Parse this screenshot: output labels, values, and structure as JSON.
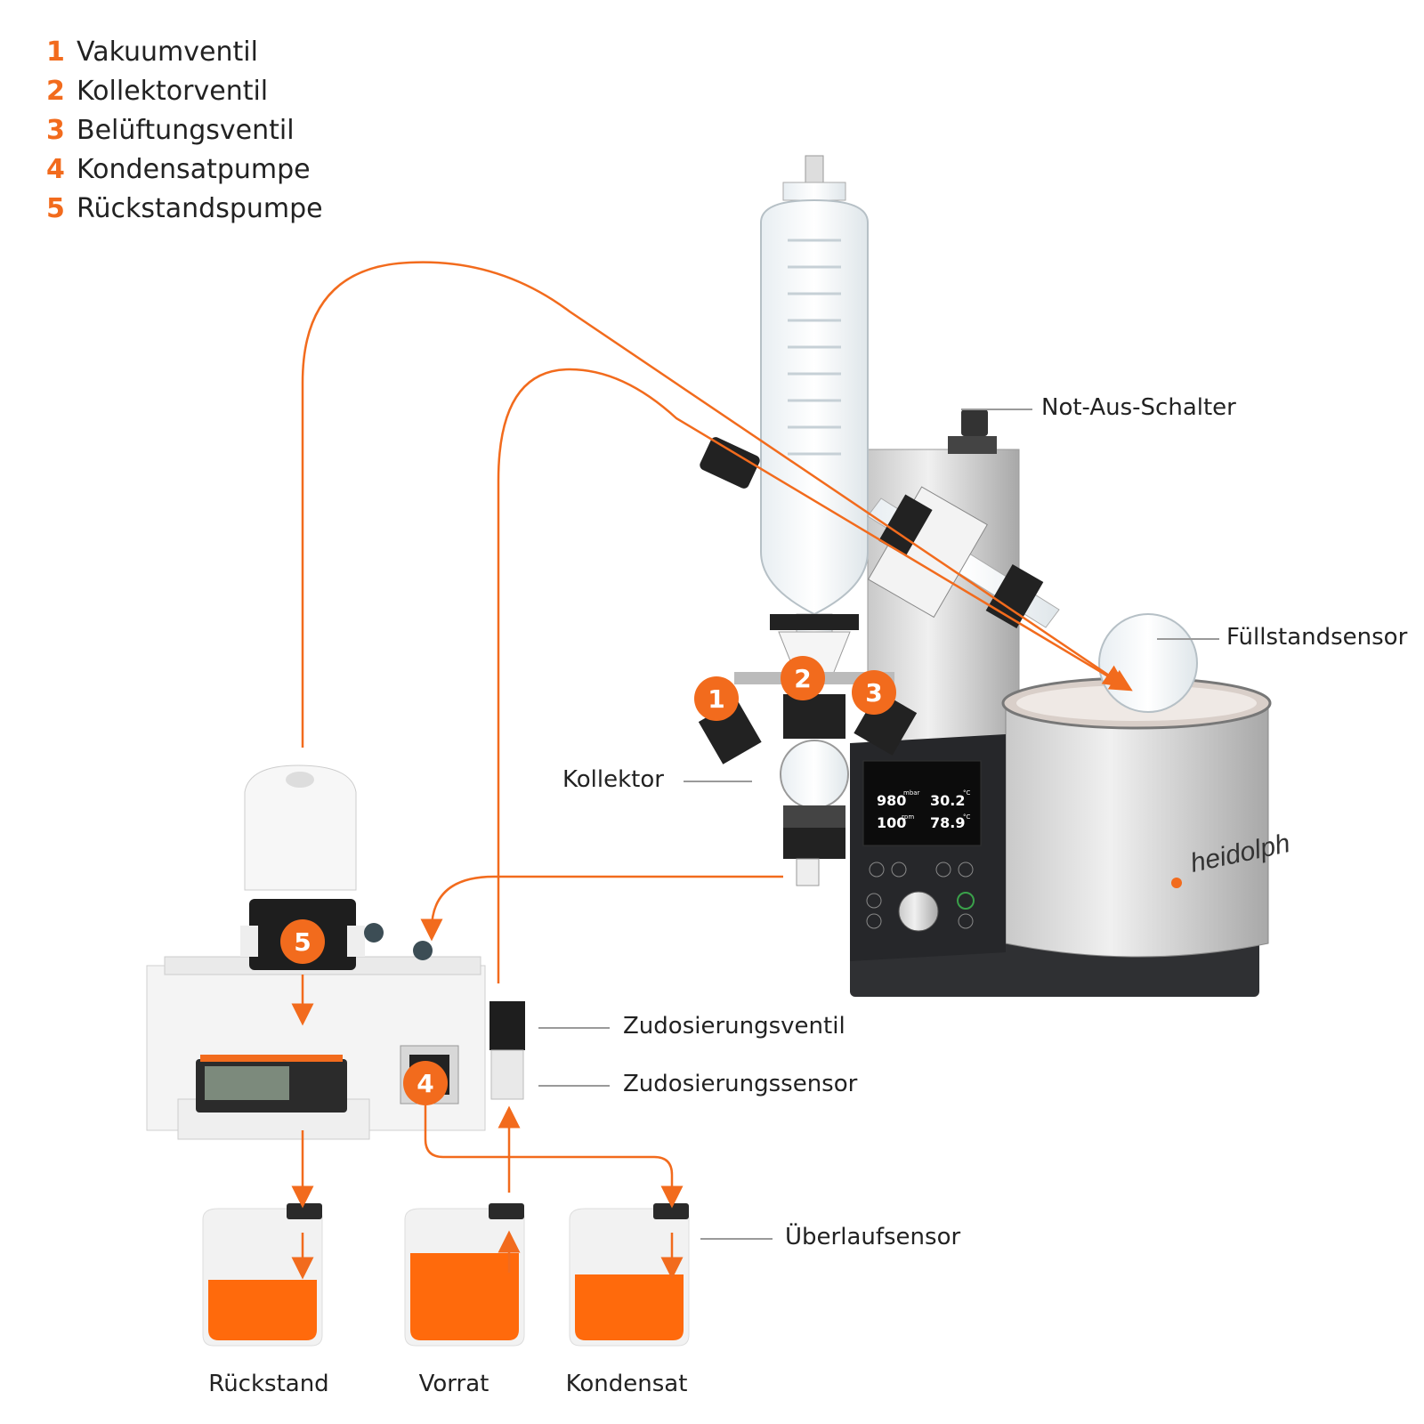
{
  "legend": [
    {
      "num": "1",
      "text": "Vakuumventil"
    },
    {
      "num": "2",
      "text": "Kollektorventil"
    },
    {
      "num": "3",
      "text": "Belüftungsventil"
    },
    {
      "num": "4",
      "text": "Kondensatpumpe"
    },
    {
      "num": "5",
      "text": "Rückstandspumpe"
    }
  ],
  "callouts": {
    "not_aus": "Not-Aus-Schalter",
    "fuellstand": "Füllstandsensor",
    "kollektor": "Kollektor",
    "zudosierungsventil": "Zudosierungsventil",
    "zudosierungssensor": "Zudosierungssensor",
    "ueberlauf": "Überlaufsensor"
  },
  "containers": {
    "rueckstand": "Rückstand",
    "vorrat": "Vorrat",
    "kondensat": "Kondensat"
  },
  "badges": {
    "b1": "1",
    "b2": "2",
    "b3": "3",
    "b4": "4",
    "b5": "5"
  },
  "display": {
    "vacuum": "980",
    "vacuum_unit": "mbar",
    "vapor": "30.2",
    "vapor_unit": "°C",
    "rotation": "100",
    "rotation_unit": "rpm",
    "bath": "78.9",
    "bath_unit": "°C"
  },
  "brand": "heidolph",
  "colors": {
    "accent": "#f26b1d",
    "line": "#f26b1d"
  }
}
